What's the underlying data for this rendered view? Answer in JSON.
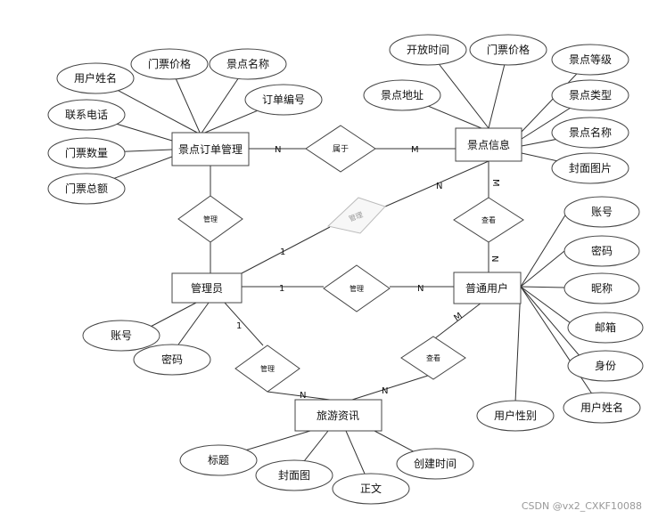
{
  "entities": {
    "order_mgmt": "景点订单管理",
    "scenic_info": "景点信息",
    "admin": "管理员",
    "user": "普通用户",
    "news": "旅游资讯"
  },
  "relations": {
    "belongs": "属于",
    "admin_manage_order": "管理",
    "admin_manage_scenic": "管理",
    "admin_manage_user": "管理",
    "admin_manage_news": "管理",
    "user_view_scenic": "查看",
    "user_view_news": "查看"
  },
  "order_attrs": [
    "用户姓名",
    "门票价格",
    "景点名称",
    "订单编号",
    "联系电话",
    "门票数量",
    "门票总额"
  ],
  "scenic_attrs": [
    "开放时间",
    "门票价格",
    "景点等级",
    "景点地址",
    "景点类型",
    "景点名称",
    "封面图片"
  ],
  "admin_attrs": [
    "账号",
    "密码"
  ],
  "user_attrs": [
    "账号",
    "密码",
    "昵称",
    "邮箱",
    "身份",
    "用户姓名",
    "用户性别"
  ],
  "news_attrs": [
    "标题",
    "封面图",
    "正文",
    "创建时间"
  ],
  "cardinalities": {
    "order_belongs": "N",
    "scenic_belongs": "M",
    "admin_scenic": "1",
    "scenic_admin": "N",
    "scenic_user": "M",
    "user_scenic": "N",
    "admin_user": "1",
    "user_admin": "N",
    "admin_news": "1",
    "news_admin": "N",
    "news_user": "N",
    "user_news": "M"
  },
  "watermark": "CSDN @vx2_CXKF10088"
}
